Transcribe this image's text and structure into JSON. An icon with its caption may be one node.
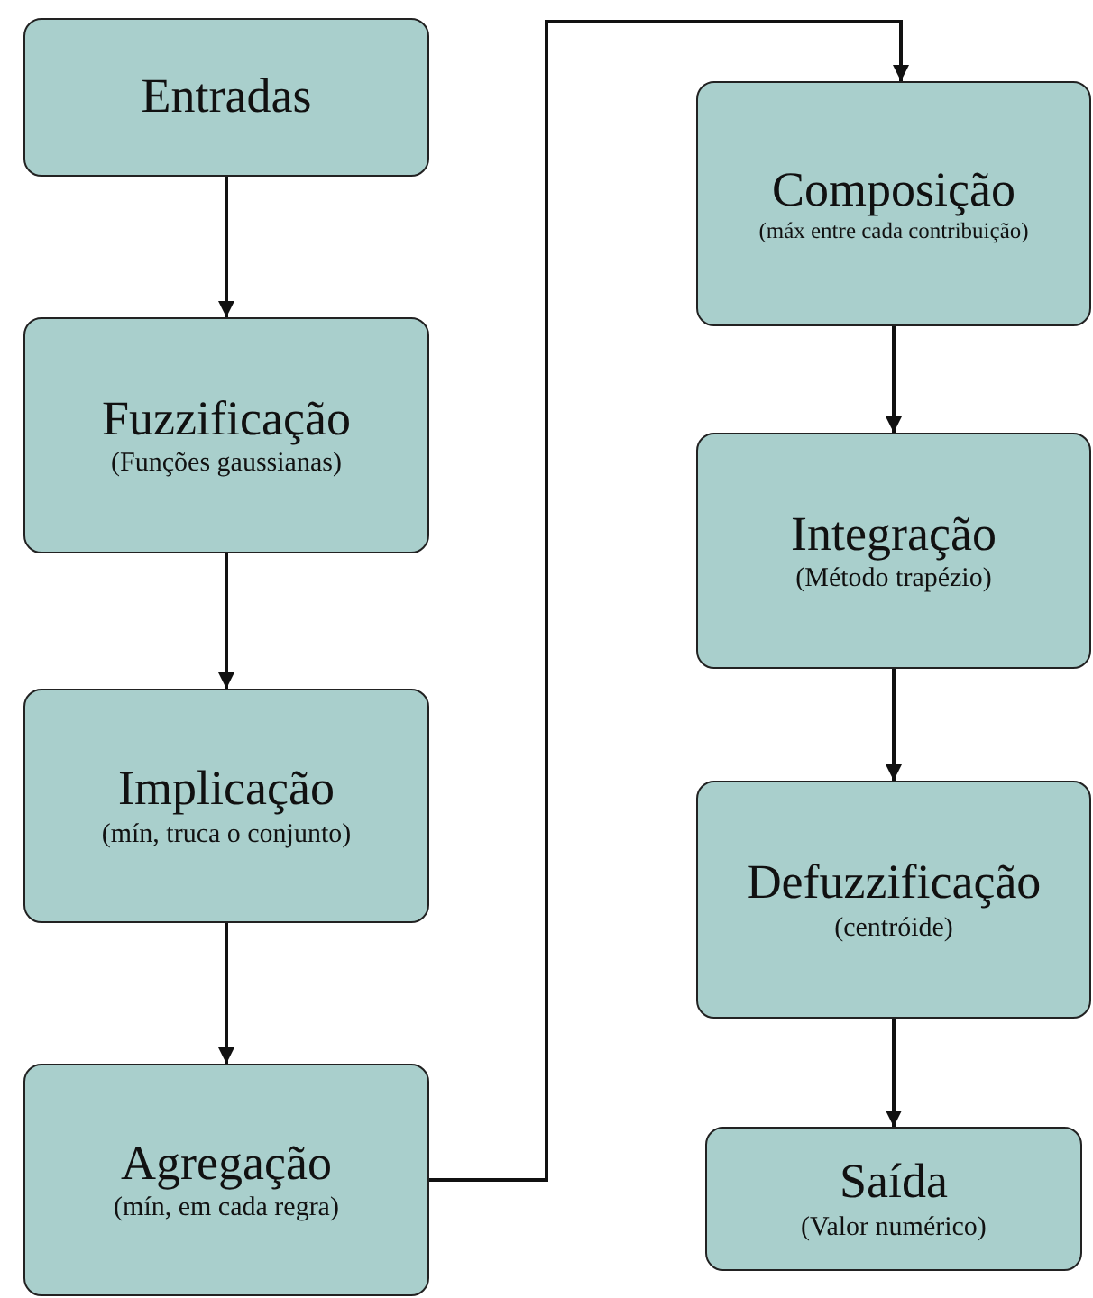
{
  "diagram": {
    "nodes": [
      {
        "text": [
          "Entradas"
        ]
      },
      {
        "text": [
          "Fuzzificação",
          "(Funções gaussianas)"
        ]
      },
      {
        "text": [
          "Implicação",
          "(mín, truca o conjunto)"
        ]
      },
      {
        "text": [
          "Agregação",
          "(mín, em cada regra)"
        ]
      },
      {
        "text": [
          "Composição",
          "(máx entre cada contribuição)"
        ]
      },
      {
        "text": [
          "Integração",
          "(Método trapézio)"
        ]
      },
      {
        "text": [
          "Defuzzificação",
          "(centróide)"
        ]
      },
      {
        "text": [
          "Saída",
          "(Valor numérico)"
        ]
      }
    ],
    "edges": [
      {
        "from": 0,
        "to": 1,
        "arrow": "to"
      },
      {
        "from": 1,
        "to": 2,
        "arrow": "to"
      },
      {
        "from": 2,
        "to": 3,
        "arrow": "to"
      },
      {
        "from": 3,
        "to": 4,
        "arrow": "to"
      },
      {
        "from": 4,
        "to": 5,
        "arrow": "to"
      },
      {
        "from": 5,
        "to": 6,
        "arrow": "to"
      },
      {
        "from": 6,
        "to": 7,
        "arrow": "to"
      }
    ]
  }
}
